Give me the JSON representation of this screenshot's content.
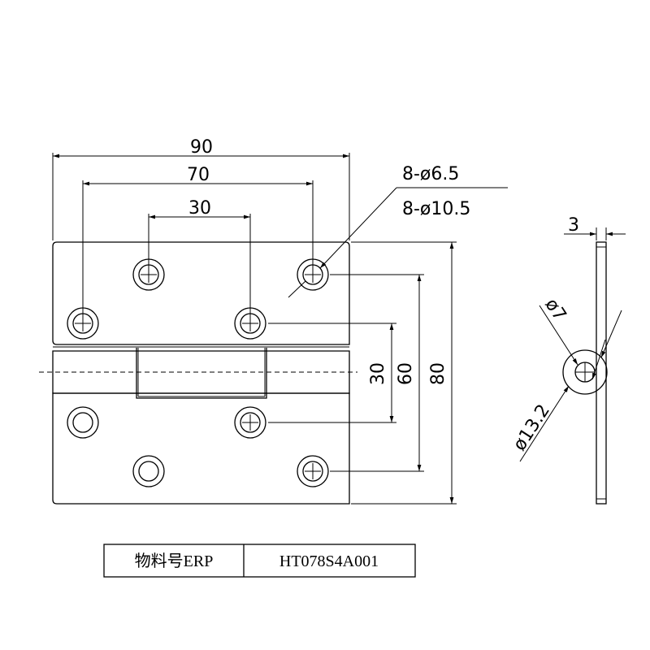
{
  "dimensions": {
    "overall_width": "90",
    "outer_hole_span": "70",
    "inner_hole_span": "30",
    "hole_note_small": "8-ø6.5",
    "hole_note_large": "8-ø10.5",
    "vertical_inner": "30",
    "vertical_middle": "60",
    "vertical_overall": "80",
    "thickness": "3",
    "side_small_dia": "ø7",
    "side_large_dia": "ø13.2"
  },
  "title_block": {
    "label": "物料号ERP",
    "value": "HT078S4A001"
  }
}
